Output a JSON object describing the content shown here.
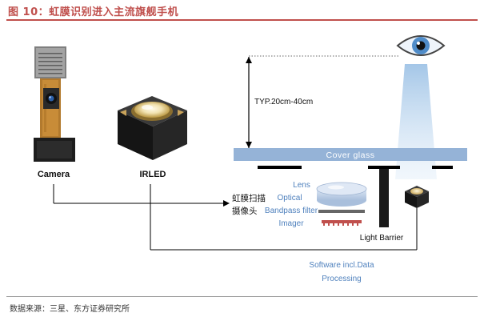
{
  "figure": {
    "title": "图 10：虹膜识别进入主流旗舰手机",
    "source": "数据来源：三星、东方证券研究所"
  },
  "labels": {
    "camera": "Camera",
    "irled": "IRLED",
    "typ": "TYP.20cm-40cm",
    "cover_glass": "Cover glass",
    "scanner_line1": "虹膜扫描",
    "scanner_line2": "摄像头",
    "lens": "Lens",
    "optical": "Optical",
    "bandpass": "Bandpass filter",
    "imager": "Imager",
    "light_barrier": "Light Barrier",
    "software_line1": "Software incl.Data",
    "software_line2": "Processing"
  },
  "colors": {
    "title": "#c0504d",
    "cover_glass": "#95b3d7",
    "lens_label": "#4f81bd",
    "software_label": "#4f81bd",
    "arrow": "#000000"
  }
}
